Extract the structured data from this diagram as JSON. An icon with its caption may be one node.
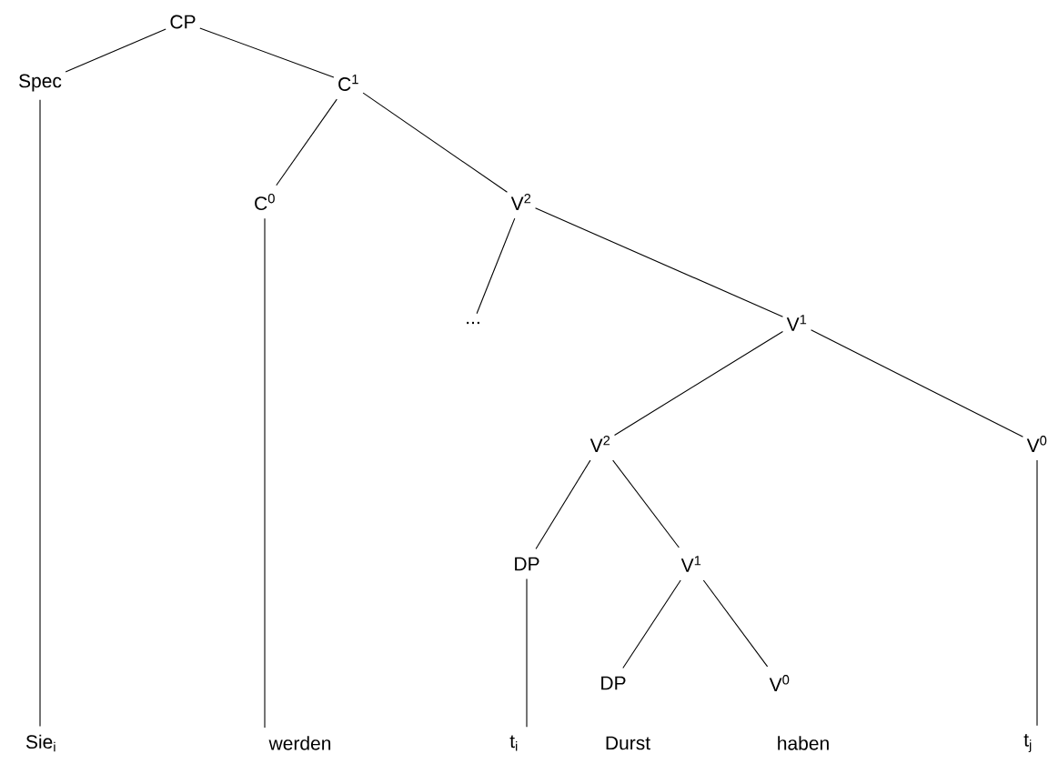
{
  "diagram": {
    "nodes": [
      {
        "text": [
          "CP"
        ]
      },
      {
        "text": [
          "Spec"
        ]
      },
      {
        "text": [
          "C$^{1}$"
        ]
      },
      {
        "text": [
          "C$^{0}$"
        ]
      },
      {
        "text": [
          "V$^{2}$"
        ]
      },
      {
        "text": [
          "..."
        ]
      },
      {
        "text": [
          "V$^{1}$"
        ]
      },
      {
        "text": [
          "V$^{2}$"
        ]
      },
      {
        "text": [
          "V$^{0}$"
        ]
      },
      {
        "text": [
          "DP"
        ]
      },
      {
        "text": [
          "V$^{1}$"
        ]
      },
      {
        "text": [
          "DP"
        ]
      },
      {
        "text": [
          "V$^{0}$"
        ]
      },
      {
        "text": [
          "Sie$_{i}$"
        ]
      },
      {
        "text": [
          "werden"
        ]
      },
      {
        "text": [
          "t$_{i}$"
        ]
      },
      {
        "text": [
          "Durst"
        ]
      },
      {
        "text": [
          "haben"
        ]
      },
      {
        "text": [
          "t$_{j}$"
        ]
      }
    ],
    "edges": [
      {
        "from": 0,
        "to": 1,
        "arrow": "none"
      },
      {
        "from": 0,
        "to": 2,
        "arrow": "none"
      },
      {
        "from": 2,
        "to": 3,
        "arrow": "none"
      },
      {
        "from": 2,
        "to": 4,
        "arrow": "none"
      },
      {
        "from": 4,
        "to": 5,
        "arrow": "none"
      },
      {
        "from": 4,
        "to": 6,
        "arrow": "none"
      },
      {
        "from": 6,
        "to": 7,
        "arrow": "none"
      },
      {
        "from": 6,
        "to": 8,
        "arrow": "none"
      },
      {
        "from": 7,
        "to": 9,
        "arrow": "none"
      },
      {
        "from": 7,
        "to": 10,
        "arrow": "none"
      },
      {
        "from": 10,
        "to": 11,
        "arrow": "none"
      },
      {
        "from": 10,
        "to": 12,
        "arrow": "none"
      },
      {
        "from": 1,
        "to": 13,
        "arrow": "none"
      },
      {
        "from": 3,
        "to": 14,
        "arrow": "none"
      },
      {
        "from": 9,
        "to": 15,
        "arrow": "none"
      },
      {
        "from": 8,
        "to": 18,
        "arrow": "none"
      }
    ]
  }
}
